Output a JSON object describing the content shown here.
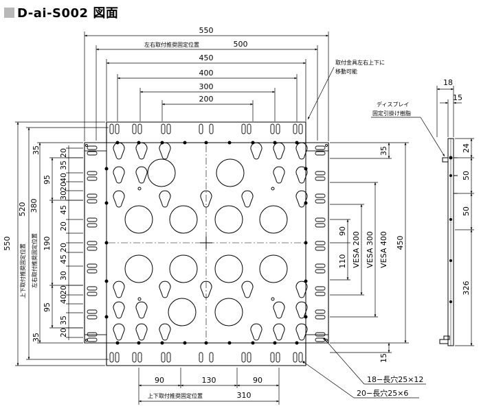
{
  "title": "D-ai-S002 図面",
  "colors": {
    "line": "#000000",
    "dim": "#333333",
    "header_square": "#b8b8b8"
  },
  "top_dims": {
    "d550": "550",
    "d500_label": "左右取付推奨固定位置",
    "d500": "500",
    "d450": "450",
    "d400": "400",
    "d300": "300",
    "d200": "200"
  },
  "bottom_dims": {
    "d90a": "90",
    "d130": "130",
    "d90b": "90",
    "d310_label": "上下取付推奨固定位置",
    "d310": "310"
  },
  "left_dims": {
    "d550": "550",
    "d520_label": "上下取付推奨固定位置",
    "d520": "520",
    "d380_label": "左右取付推奨固定位置",
    "d380": "380",
    "d95a": "95",
    "d190": "190",
    "d95b": "95",
    "d35a": "35",
    "d35b": "35",
    "col_a": [
      "20",
      "35",
      "40",
      "20",
      "30",
      "45",
      "20",
      "20",
      "45",
      "30",
      "20",
      "40",
      "35",
      "20"
    ]
  },
  "right_dims": {
    "d35": "35",
    "d450": "450",
    "d15": "15",
    "d90": "90",
    "d110": "110",
    "vesa200": "VESA 200",
    "vesa300": "VESA 300",
    "vesa400": "VESA 400"
  },
  "side_dims": {
    "d18": "18",
    "d15": "15",
    "d24": "24",
    "d50a": "50",
    "d50b": "50",
    "d326": "326"
  },
  "notes": {
    "bracket_line1": "取付金具左右上下に",
    "bracket_line2": "移動可能",
    "display_line1": "ディスプレイ",
    "display_line2": "固定引掛け樹脂",
    "slot1": "18−長穴25×12",
    "slot2": "20−長穴25×6"
  }
}
